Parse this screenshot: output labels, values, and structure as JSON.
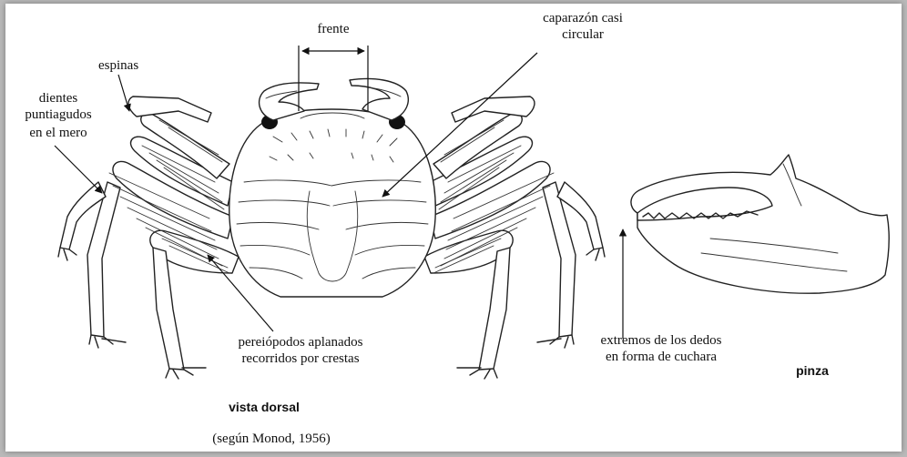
{
  "labels": {
    "frente": "frente",
    "caparazon_1": "caparazón casi",
    "caparazon_2": "circular",
    "espinas": "espinas",
    "dientes_1": "dientes",
    "dientes_2": "puntiagudos",
    "dientes_3": "en el mero",
    "pereiopodos_1": "pereiópodos aplanados",
    "pereiopodos_2": "recorridos por crestas",
    "extremos_1": "extremos de los dedos",
    "extremos_2": "en forma de cuchara",
    "vista_dorsal": "vista dorsal",
    "pinza": "pinza",
    "credit": "(según Monod, 1956)"
  },
  "colors": {
    "background": "#b9b9b9",
    "panel": "#ffffff",
    "ink": "#222222"
  }
}
